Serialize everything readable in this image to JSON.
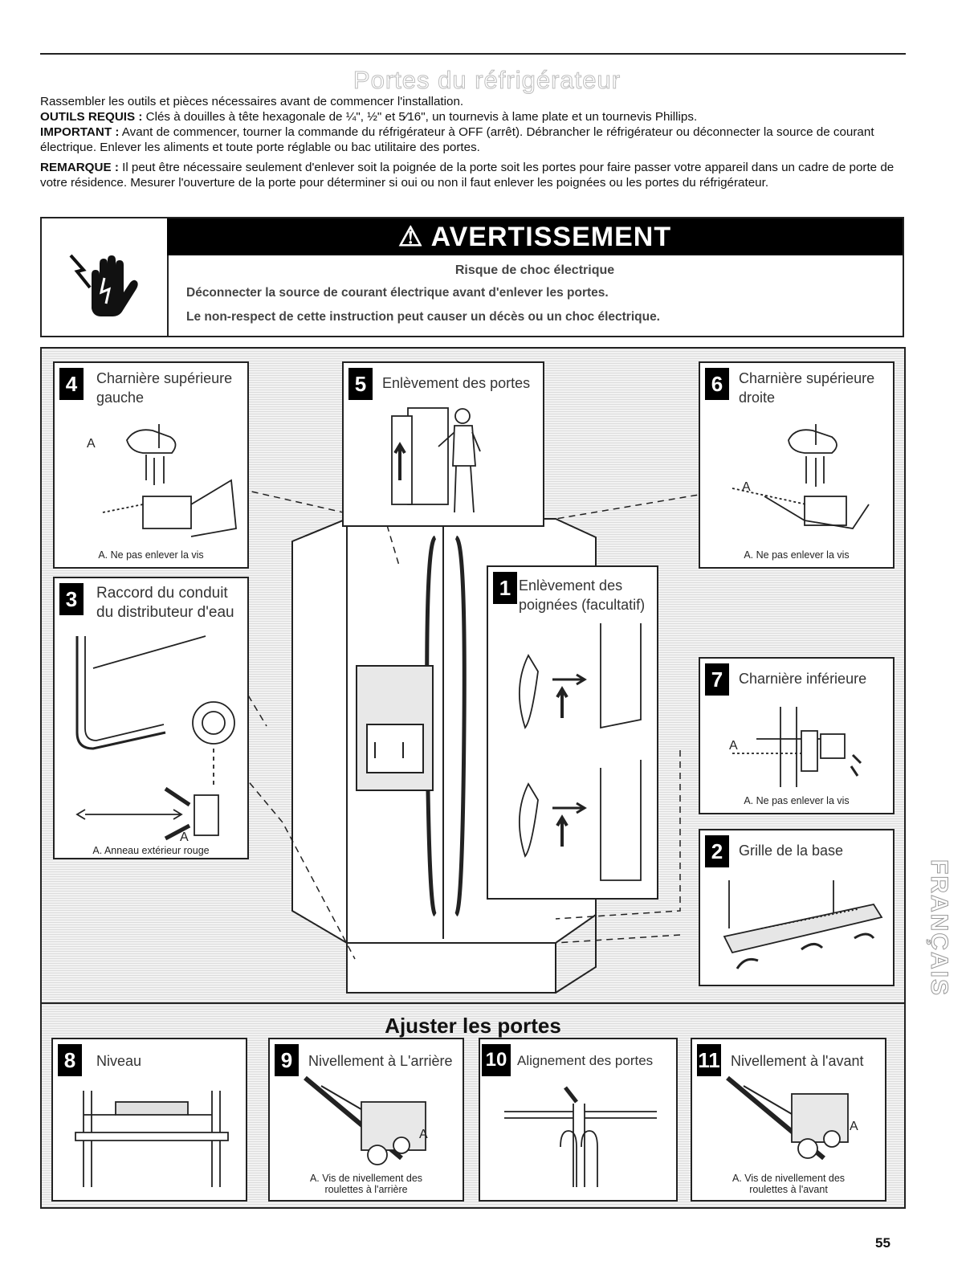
{
  "page": {
    "title": "Portes du réfrigérateur",
    "page_number": "55",
    "side_tab": "FRANÇAIS"
  },
  "intro": {
    "line1": "Rassembler les outils et pièces nécessaires avant de commencer l'installation.",
    "tools_label": "OUTILS REQUIS :",
    "tools_text": " Clés à douilles à tête hexagonale de ¼\", ½\" et 5⁄16\", un tournevis à lame plate et un tournevis Phillips.",
    "important_label": "IMPORTANT :",
    "important_text": " Avant de commencer, tourner la commande du réfrigérateur à OFF (arrêt). Débrancher le réfrigérateur ou déconnecter la source de courant électrique. Enlever les aliments et toute porte réglable ou bac utilitaire des portes.",
    "note_label": "REMARQUE :",
    "note_text": " Il peut être nécessaire seulement d'enlever soit la poignée de la porte soit les portes pour faire passer votre appareil dans un cadre de porte de votre résidence. Mesurer l'ouverture de la porte pour déterminer si oui ou non il faut enlever les poignées ou les portes du réfrigérateur."
  },
  "warning": {
    "header": "AVERTISSEMENT",
    "subtitle": "Risque de choc électrique",
    "line1": "Déconnecter la source de courant électrique avant d'enlever les portes.",
    "line2": "Le non-respect de cette instruction peut causer un décès ou un choc électrique."
  },
  "steps": {
    "s4": {
      "num": "4",
      "title1": "Charnière supérieure",
      "title2": "gauche",
      "callout": "A",
      "caption": "A. Ne pas enlever la vis"
    },
    "s5": {
      "num": "5",
      "title": "Enlèvement des portes"
    },
    "s6": {
      "num": "6",
      "title1": "Charnière supérieure",
      "title2": "droite",
      "callout": "A",
      "caption": "A. Ne pas enlever la vis"
    },
    "s3": {
      "num": "3",
      "title1": "Raccord du conduit",
      "title2": "du distributeur d'eau",
      "callout": "A",
      "caption": "A. Anneau extérieur rouge"
    },
    "s1": {
      "num": "1",
      "title1": "Enlèvement des",
      "title2": "poignées (facultatif)"
    },
    "s7": {
      "num": "7",
      "title": "Charnière inférieure",
      "callout": "A",
      "caption": "A. Ne pas enlever la vis"
    },
    "s2": {
      "num": "2",
      "title": "Grille de la base"
    }
  },
  "adjust": {
    "title": "Ajuster les portes",
    "s8": {
      "num": "8",
      "title": "Niveau"
    },
    "s9": {
      "num": "9",
      "title": "Nivellement à L'arrière",
      "callout": "A",
      "caption1": "A. Vis de nivellement des",
      "caption2": "roulettes à l'arrière"
    },
    "s10": {
      "num": "10",
      "title": "Alignement des portes"
    },
    "s11": {
      "num": "11",
      "title": "Nivellement à l'avant",
      "callout": "A",
      "caption1": "A. Vis de nivellement des",
      "caption2": "roulettes à l'avant"
    }
  }
}
